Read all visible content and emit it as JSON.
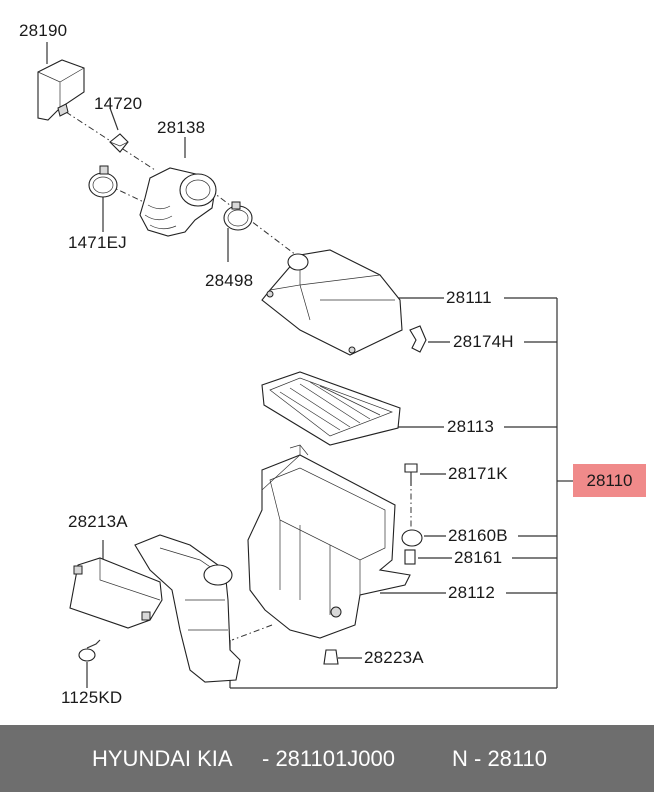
{
  "labels": {
    "p28190": "28190",
    "p14720": "14720",
    "p28138": "28138",
    "p1471EJ": "1471EJ",
    "p28498": "28498",
    "p28111": "28111",
    "p28174H": "28174H",
    "p28113": "28113",
    "p28171K": "28171K",
    "p28110": "28110",
    "p28213A": "28213A",
    "p28160B": "28160B",
    "p28161": "28161",
    "p28112": "28112",
    "p28223A": "28223A",
    "p1125KD": "1125KD"
  },
  "footer": {
    "brand": "HYUNDAI  KIA",
    "part_number": "- 281101J000",
    "short_number": "N - 28110"
  },
  "colors": {
    "highlight": "#f08a8a",
    "footer_bg": "#6e6e6e"
  }
}
